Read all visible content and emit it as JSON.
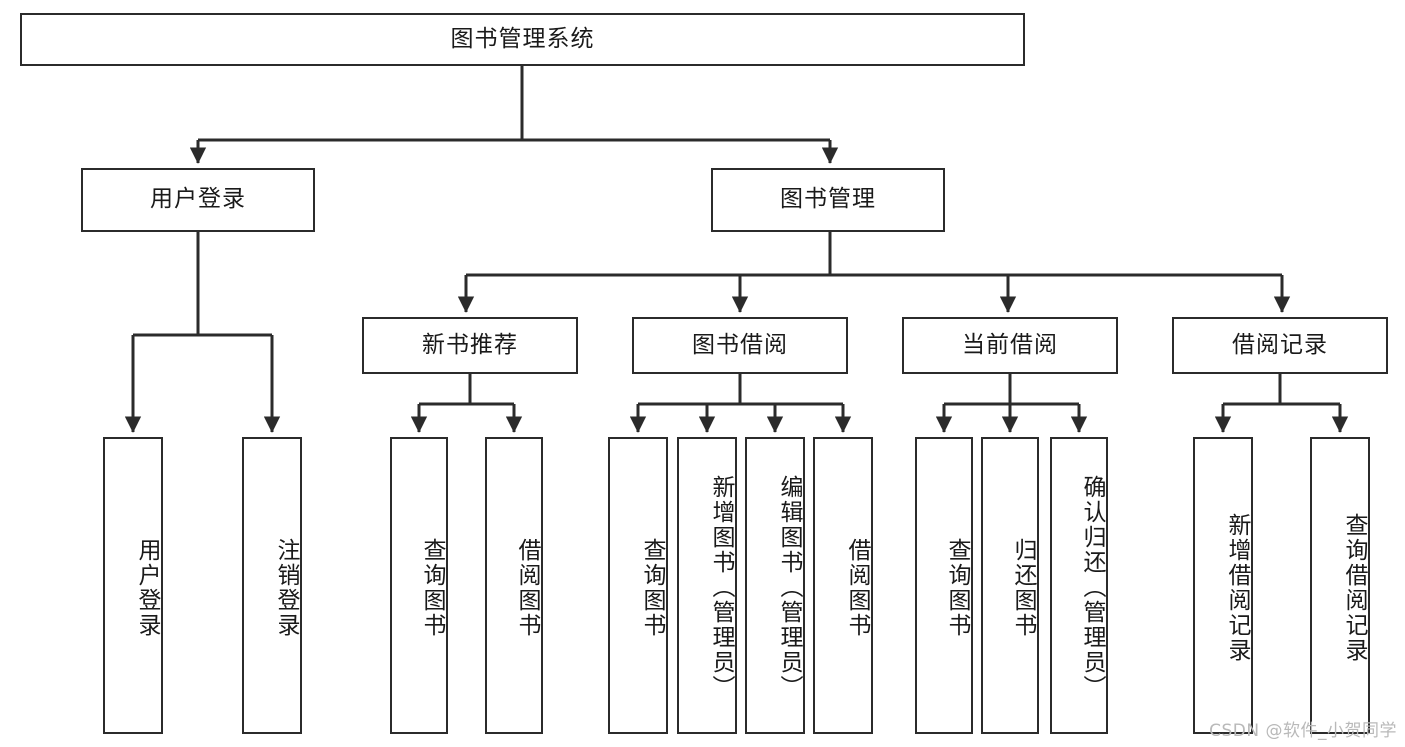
{
  "diagram": {
    "title": "图书管理系统",
    "watermark": "CSDN @软件_小贺同学",
    "colors": {
      "stroke": "#2b2b2b",
      "fill": "#ffffff",
      "text": "#1a1a1a",
      "watermark": "#b9b9b9"
    },
    "root": {
      "label": "图书管理系统"
    },
    "level2": [
      {
        "id": "user-login",
        "label": "用户登录"
      },
      {
        "id": "book-manage",
        "label": "图书管理"
      }
    ],
    "level3": [
      {
        "id": "new-book-recommend",
        "label": "新书推荐"
      },
      {
        "id": "book-borrow",
        "label": "图书借阅"
      },
      {
        "id": "current-borrow",
        "label": "当前借阅"
      },
      {
        "id": "borrow-record",
        "label": "借阅记录"
      }
    ],
    "leaves": {
      "user_login": [
        {
          "id": "leaf-user-login",
          "label": "用户登录"
        },
        {
          "id": "leaf-logout-login",
          "label": "注销登录"
        }
      ],
      "new_book_recommend": [
        {
          "id": "leaf-query-book-1",
          "label": "查询图书"
        },
        {
          "id": "leaf-borrow-book-1",
          "label": "借阅图书"
        }
      ],
      "book_borrow": [
        {
          "id": "leaf-query-book-2",
          "label": "查询图书"
        },
        {
          "id": "leaf-add-book",
          "label": "新增图书（管理员）"
        },
        {
          "id": "leaf-edit-book",
          "label": "编辑图书（管理员）"
        },
        {
          "id": "leaf-borrow-book-2",
          "label": "借阅图书"
        }
      ],
      "current_borrow": [
        {
          "id": "leaf-query-book-3",
          "label": "查询图书"
        },
        {
          "id": "leaf-return-book",
          "label": "归还图书"
        },
        {
          "id": "leaf-confirm-return",
          "label": "确认归还（管理员）"
        }
      ],
      "borrow_record": [
        {
          "id": "leaf-add-record",
          "label": "新增借阅记录"
        },
        {
          "id": "leaf-query-record",
          "label": "查询借阅记录"
        }
      ]
    }
  }
}
